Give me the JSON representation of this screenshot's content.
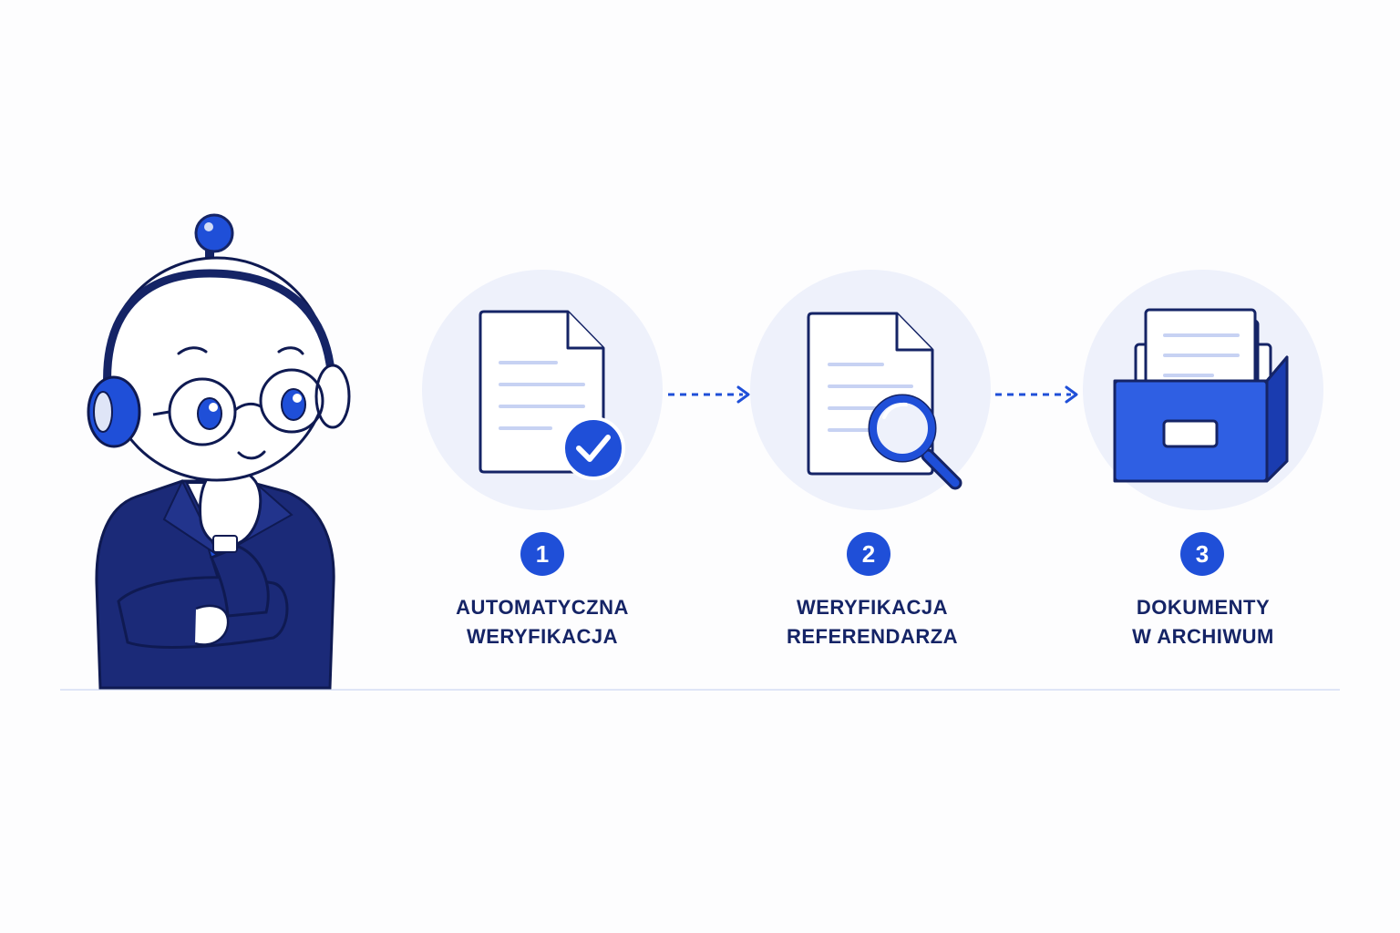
{
  "colors": {
    "background": "#fdfdfe",
    "accent": "#1f4fd8",
    "navy": "#152466",
    "circle_bg": "#eef1fb",
    "line_light": "#c7d2f3",
    "ground": "#dfe5f7"
  },
  "mascot": {
    "icon": "robot-consultant-mascot"
  },
  "steps": [
    {
      "number": "1",
      "label_line1": "AUTOMATYCZNA",
      "label_line2": "WERYFIKACJA",
      "icon": "document-check-icon"
    },
    {
      "number": "2",
      "label_line1": "WERYFIKACJA",
      "label_line2": "REFERENDARZA",
      "icon": "document-magnifier-icon"
    },
    {
      "number": "3",
      "label_line1": "DOKUMENTY",
      "label_line2": "W ARCHIWUM",
      "icon": "archive-box-icon"
    }
  ],
  "connectors": [
    {
      "icon": "dashed-arrow-right-icon"
    },
    {
      "icon": "dashed-arrow-right-icon"
    }
  ]
}
